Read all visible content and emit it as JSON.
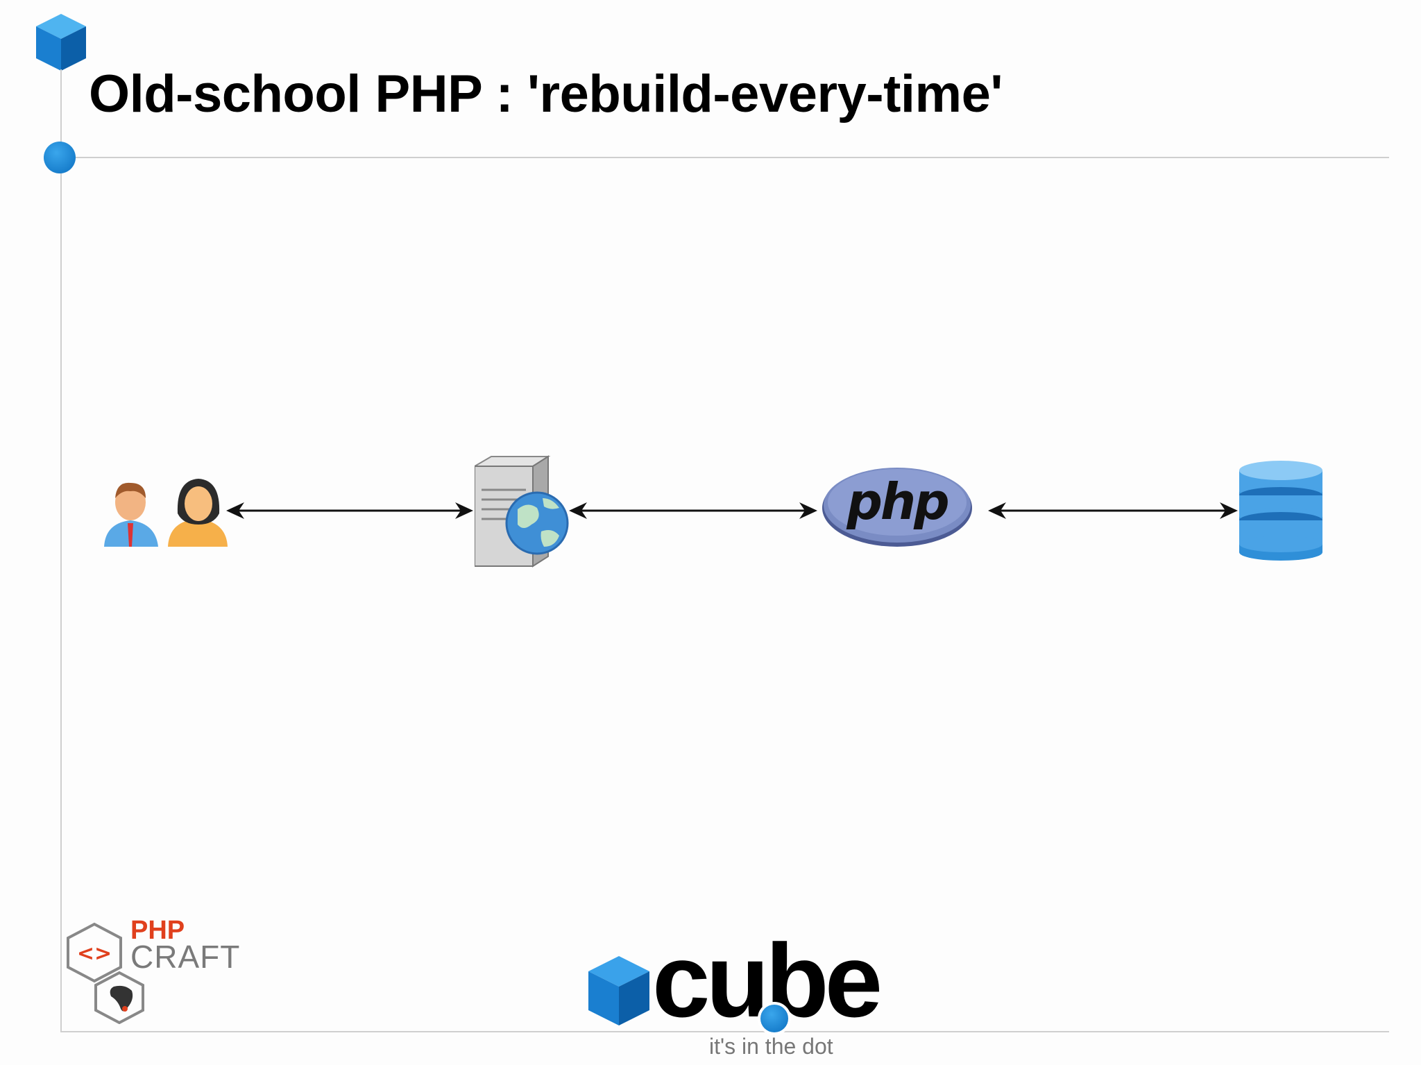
{
  "slide": {
    "title": "Old-school PHP : 'rebuild-every-time'"
  },
  "diagram": {
    "nodes": [
      {
        "id": "users",
        "icon": "users-icon"
      },
      {
        "id": "web-server",
        "icon": "web-server-icon"
      },
      {
        "id": "php",
        "icon": "php-logo-icon",
        "label": "php"
      },
      {
        "id": "database",
        "icon": "database-icon"
      }
    ],
    "edges": [
      {
        "from": "users",
        "to": "web-server",
        "direction": "both"
      },
      {
        "from": "web-server",
        "to": "php",
        "direction": "both"
      },
      {
        "from": "php",
        "to": "database",
        "direction": "both"
      }
    ]
  },
  "footer": {
    "phpcraft": {
      "line1": "PHP",
      "line2": "CRAFT"
    },
    "cube": {
      "wordmark": "cube",
      "tagline": "it's in the dot"
    }
  },
  "colors": {
    "accent_blue": "#1a8fe0",
    "php_red": "#e0401d",
    "php_logo": "#6b7fb8"
  }
}
